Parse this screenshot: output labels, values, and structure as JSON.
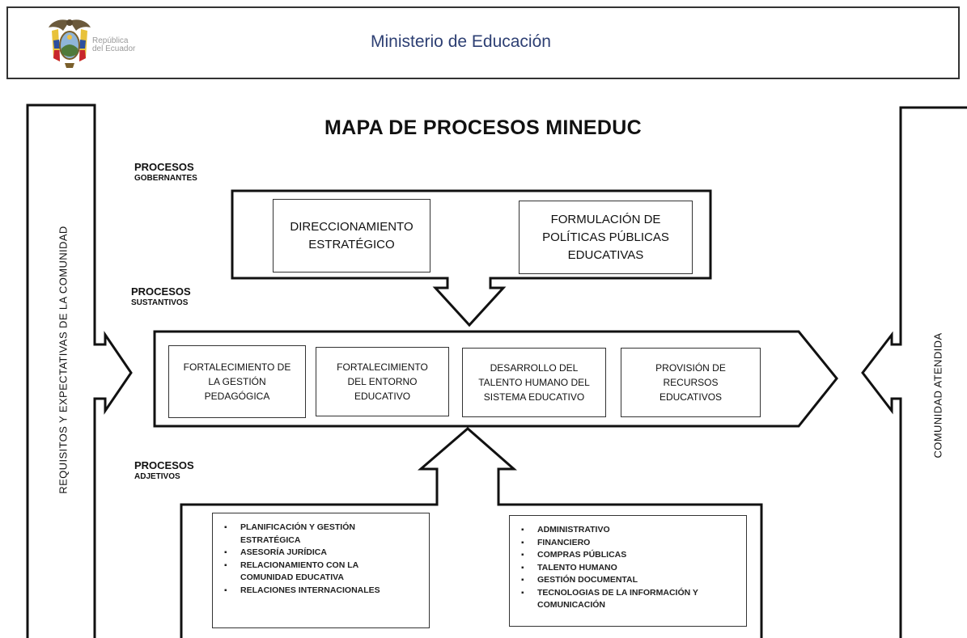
{
  "header": {
    "seal_icon": "ecuador-coat-of-arms",
    "republic_line1": "República",
    "republic_line2": "del Ecuador",
    "ministry": "Ministerio de Educación",
    "ministry_color": "#2d3f73"
  },
  "diagram": {
    "title": "MAPA DE PROCESOS MINEDUC",
    "left_band": "REQUISITOS Y EXPECTATIVAS DE LA COMUNIDAD",
    "right_band": "COMUNIDAD ATENDIDA",
    "gobernantes": {
      "label": "PROCESOS",
      "sub": "GOBERNANTES",
      "boxes": [
        "DIRECCIONAMIENTO\nESTRATÉGICO",
        "FORMULACIÓN DE\nPOLÍTICAS PÚBLICAS\nEDUCATIVAS"
      ]
    },
    "sustantivos": {
      "label": "PROCESOS",
      "sub": "SUSTANTIVOS",
      "boxes": [
        "FORTALECIMIENTO DE\nLA GESTIÓN\nPEDAGÓGICA",
        "FORTALECIMIENTO\nDEL ENTORNO\nEDUCATIVO",
        "DESARROLLO DEL\nTALENTO HUMANO DEL\nSISTEMA EDUCATIVO",
        "PROVISIÓN DE\nRECURSOS\nEDUCATIVOS"
      ]
    },
    "adjetivos": {
      "label": "PROCESOS",
      "sub": "ADJETIVOS",
      "left_list": [
        "PLANIFICACIÓN Y GESTIÓN\nESTRATÉGICA",
        "ASESORÍA JURÍDICA",
        "RELACIONAMIENTO CON LA\nCOMUNIDAD EDUCATIVA",
        "RELACIONES INTERNACIONALES"
      ],
      "right_list": [
        "ADMINISTRATIVO",
        "FINANCIERO",
        "COMPRAS PÚBLICAS",
        "TALENTO HUMANO",
        "GESTIÓN DOCUMENTAL",
        "TECNOLOGIAS DE LA INFORMACIÓN Y\nCOMUNICACIÓN"
      ],
      "bullet": "▪"
    }
  }
}
